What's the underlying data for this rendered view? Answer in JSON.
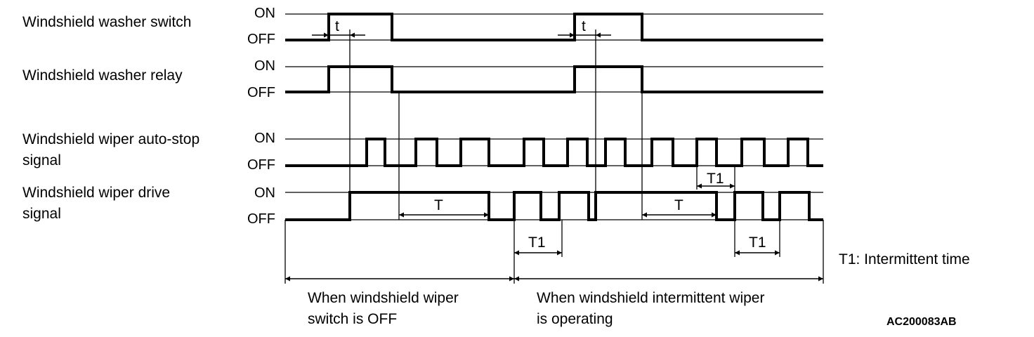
{
  "figure_code": "AC200083AB",
  "legend_note": "T1: Intermittent time",
  "state_labels": {
    "on": "ON",
    "off": "OFF"
  },
  "signals": [
    {
      "name": "Windshield washer switch",
      "label_lines": [
        "Windshield washer switch"
      ],
      "transitions": [
        [
          0,
          0
        ],
        [
          62,
          1
        ],
        [
          152,
          0
        ],
        [
          412,
          1
        ],
        [
          508,
          0
        ]
      ]
    },
    {
      "name": "Windshield washer relay",
      "label_lines": [
        "Windshield washer relay"
      ],
      "transitions": [
        [
          0,
          0
        ],
        [
          62,
          1
        ],
        [
          152,
          0
        ],
        [
          412,
          1
        ],
        [
          508,
          0
        ]
      ]
    },
    {
      "name": "Windshield wiper auto-stop signal",
      "label_lines": [
        "Windshield wiper auto-stop",
        "signal"
      ],
      "transitions": [
        [
          0,
          0
        ],
        [
          116,
          1
        ],
        [
          142,
          0
        ],
        [
          186,
          1
        ],
        [
          216,
          0
        ],
        [
          250,
          1
        ],
        [
          290,
          0
        ],
        [
          340,
          1
        ],
        [
          368,
          0
        ],
        [
          402,
          1
        ],
        [
          430,
          0
        ],
        [
          456,
          1
        ],
        [
          484,
          0
        ],
        [
          522,
          1
        ],
        [
          552,
          0
        ],
        [
          586,
          1
        ],
        [
          614,
          0
        ],
        [
          650,
          1
        ],
        [
          682,
          0
        ],
        [
          716,
          1
        ],
        [
          744,
          0
        ]
      ]
    },
    {
      "name": "Windshield wiper drive signal",
      "label_lines": [
        "Windshield wiper drive",
        "signal"
      ],
      "transitions": [
        [
          0,
          0
        ],
        [
          92,
          1
        ],
        [
          290,
          0
        ],
        [
          326,
          1
        ],
        [
          364,
          0
        ],
        [
          390,
          1
        ],
        [
          432,
          0
        ],
        [
          442,
          1
        ],
        [
          614,
          0
        ],
        [
          640,
          1
        ],
        [
          680,
          0
        ],
        [
          704,
          1
        ],
        [
          746,
          0
        ]
      ]
    }
  ],
  "annotations": {
    "t_label": "t",
    "T_label": "T",
    "T1_label": "T1",
    "t_markers": [
      [
        62,
        92
      ],
      [
        412,
        442
      ]
    ],
    "T_spans": [
      [
        162,
        290
      ],
      [
        508,
        614
      ]
    ],
    "T1_spans": [
      [
        326,
        394
      ],
      [
        586,
        640
      ],
      [
        640,
        704
      ]
    ]
  },
  "periods": [
    {
      "label_lines": [
        "When windshield wiper",
        "switch is OFF"
      ],
      "range": [
        0,
        326
      ]
    },
    {
      "label_lines": [
        "When windshield intermittent wiper",
        "is operating"
      ],
      "range": [
        326,
        766
      ]
    }
  ],
  "time_axis": {
    "min": 0,
    "max": 766,
    "unit": "relative"
  },
  "colors": {
    "ink": "#000000",
    "background": "#ffffff"
  }
}
